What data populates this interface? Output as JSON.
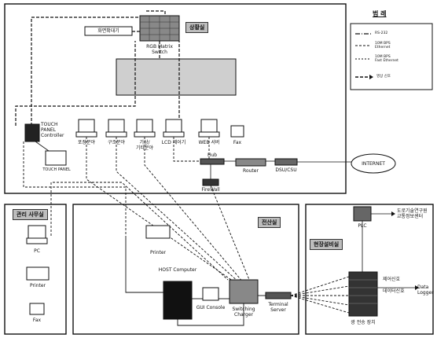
{
  "legend": {
    "title": "범 례",
    "items": [
      "RS-232",
      "10M BPS\nEthernet",
      "10M BPS\nFast Ethernet",
      "영상 신호"
    ]
  },
  "rooms": {
    "top": "상황실",
    "office": "관리 사무실",
    "equipment": "전산실",
    "field": "현장설비실"
  },
  "labels": {
    "monitor_enlarger": "화면확대기",
    "rgb_switch": "RGB Matrix\nSwitch",
    "touch_controller": "TOUCH\nPANEL\nController",
    "touch_panel": "TOUCH PANEL",
    "ws_pave": "포장분야",
    "ws_struct": "구조분야",
    "ws_weather": "기상/\n기타분야",
    "ws_lcd": "LCD 제어기",
    "ws_web": "WEB 서버",
    "fax_top": "Fax",
    "hub": "Hub",
    "firewall": "FireWall",
    "router": "Router",
    "dsu": "DSU/CSU",
    "internet": "INTERNET",
    "pc": "PC",
    "printer_office": "Printer",
    "fax_office": "Fax",
    "printer_eq": "Printer",
    "host": "HOST Computer",
    "gui": "GUI Console",
    "switching": "Switching\nCharger",
    "terminal": "Terminal\nServer",
    "plc": "PLC",
    "research": "도로기술연구원\n교통정보센터",
    "control_signal": "제어신호",
    "data_signal": "데이터신호",
    "data_logger": "Data\nLogger",
    "equipment_name": "광 전송 장치"
  },
  "colors": {
    "line": "#111111",
    "room_fill": "#bdbdbd",
    "screen": "#cfcfcf"
  }
}
